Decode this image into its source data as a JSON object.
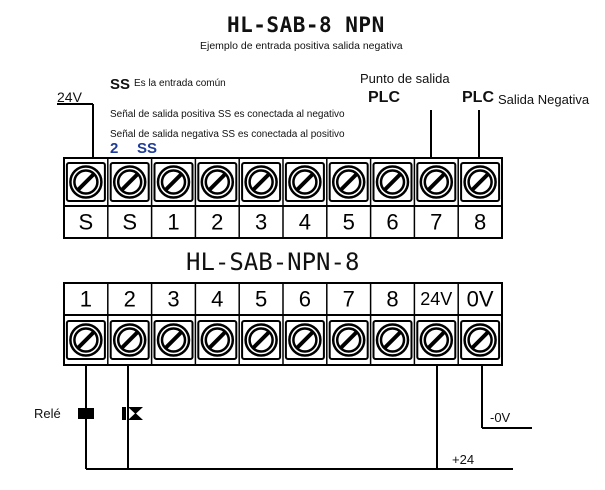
{
  "top_block": {
    "title": "HL-SAB-8 NPN",
    "subtitle": "Ejemplo de entrada positiva salida negativa",
    "common_abbr": "SS",
    "common_desc": "Es la entrada común",
    "supply_label": "24V",
    "note_positive": "Señal de salida positiva SS  es conectada al negativo",
    "note_negative": "Señal de salida negativa SS  es conectada al  positivo",
    "blue_marks": [
      "2",
      "SS"
    ],
    "output_point_label": "Punto de salida",
    "plc_left": "PLC",
    "plc_right": "PLC",
    "negative_output_label": "Salida Negativa",
    "terminals": [
      "S",
      "S",
      "1",
      "2",
      "3",
      "4",
      "5",
      "6",
      "7",
      "8"
    ]
  },
  "bottom_block": {
    "title": "HL-SAB-NPN-8",
    "terminals": [
      "1",
      "2",
      "3",
      "4",
      "5",
      "6",
      "7",
      "8",
      "24V",
      "0V"
    ],
    "relay_label": "Relé",
    "minus_label": "-0V",
    "plus_label": "+24"
  }
}
